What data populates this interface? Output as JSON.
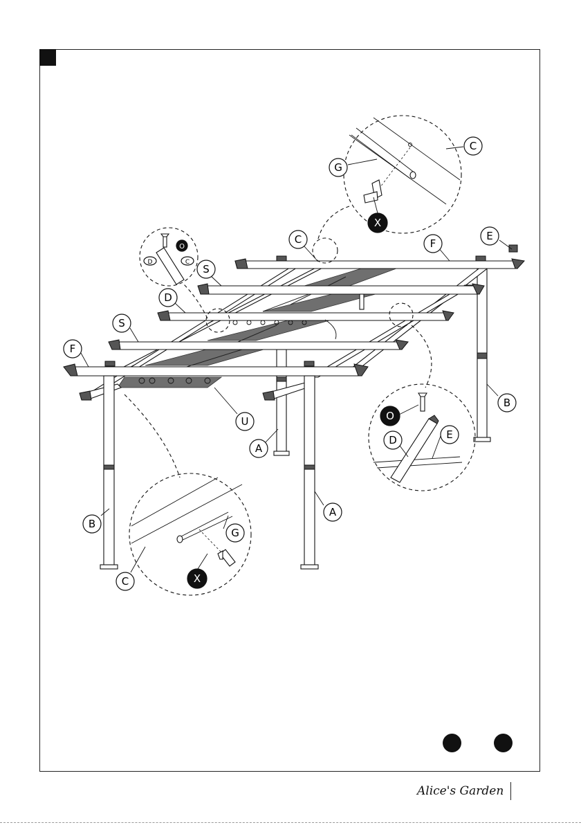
{
  "labels": {
    "A": "A",
    "B": "B",
    "C": "C",
    "D": "D",
    "E": "E",
    "F": "F",
    "G": "G",
    "O": "O",
    "S": "S",
    "U": "U",
    "X": "X"
  },
  "brand": {
    "text": "Alice's Garden"
  },
  "colors": {
    "ink": "#111111",
    "canopy": "#6f6f6f"
  }
}
